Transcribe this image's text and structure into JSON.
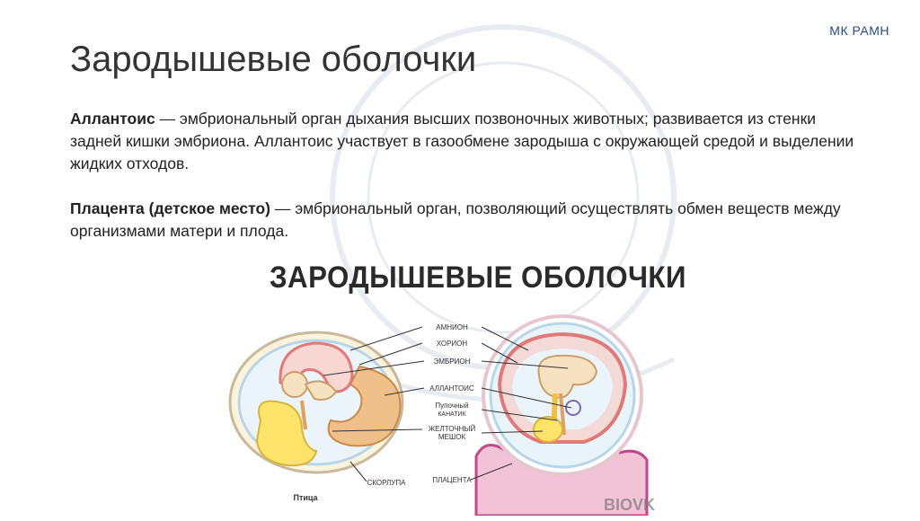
{
  "header": {
    "brand": "МК РАМН"
  },
  "slide": {
    "title": "Зародышевые оболочки",
    "allantois": {
      "term": "Аллантоис",
      "text": " — эмбриональный орган дыхания высших позвоночных животных; развивается из стенки задней кишки эмбриона. Аллантоис участвует в газообмене зародыша с окружающей средой и выделении жидких отходов."
    },
    "placenta": {
      "term": "Плацента (детское место)",
      "text": " — эмбриональный орган, позволяющий осуществлять обмен веществ между организмами матери и плода."
    }
  },
  "figure": {
    "title": "ЗАРОДЫШЕВЫЕ ОБОЛОЧКИ",
    "labels": {
      "amnion": "АМНИОН",
      "chorion": "ХОРИОН",
      "embryo": "ЭМБРИОН",
      "allantois": "АЛЛАНТОИС",
      "cord_1": "Пупочный",
      "cord_2": "КАНАТИК",
      "yolk_1": "ЖЕЛТОЧНЫЙ",
      "yolk_2": "МЕШОК",
      "placenta": "ПЛАЦЕНТА",
      "shell": "СКОРЛУПА",
      "bird": "Птица",
      "watermark": "BIOVK"
    }
  }
}
